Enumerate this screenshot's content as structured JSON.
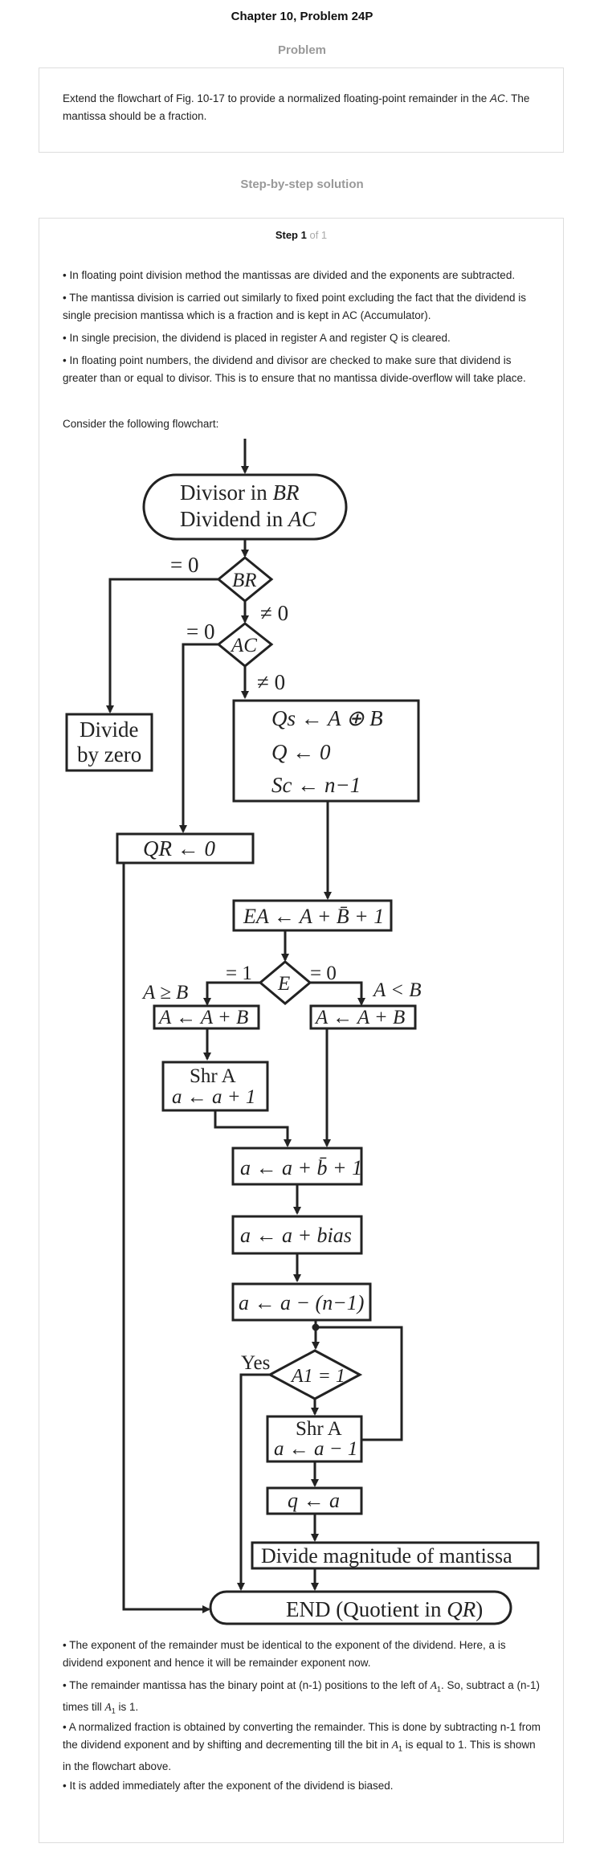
{
  "page": {
    "title": "Chapter 10, Problem 24P",
    "problem_heading": "Problem",
    "solution_heading": "Step-by-step solution"
  },
  "problem": {
    "text_before": "Extend the flowchart of Fig. 10-17 to provide a normalized floating-point remainder in the ",
    "text_em": "AC",
    "text_after": ". The mantissa should be a fraction."
  },
  "step": {
    "label": "Step 1",
    "of": "of 1"
  },
  "paragraphs_top": [
    "• In floating point division method the mantissas are divided and the exponents are subtracted.",
    "• The mantissa division is carried out similarly to fixed point excluding the fact that the dividend is single precision mantissa which is a fraction and is kept in AC (Accumulator).",
    "• In single precision, the dividend is placed in register A and register Q is cleared.",
    "• In floating point numbers, the dividend and divisor are checked to make sure that dividend is greater than or equal to divisor. This is to ensure that no mantissa divide-overflow will take place.",
    "Consider the following flowchart:"
  ],
  "flowchart": {
    "start_line1_pre": "Divisor in ",
    "start_line1_var": "BR",
    "start_line2_pre": "Dividend in ",
    "start_line2_var": "AC",
    "dec_br": "BR",
    "dec_ac": "AC",
    "eq0": "= 0",
    "ne0": "≠ 0",
    "divide_by_zero_1": "Divide",
    "divide_by_zero_2": "by zero",
    "qr_clear": "QR ← 0",
    "init_1": "Qs ← A ⊕ B",
    "init_2": "Q ← 0",
    "init_3": "Sc ← n−1",
    "sub": "EA ← A + B̄ + 1",
    "dec_e": "E",
    "e1": "= 1",
    "e0": "= 0",
    "a_ge_b": "A ≥ B",
    "a_lt_b": "A < B",
    "add_left": "A ← A + B",
    "add_right": "A ← A + B",
    "shr_1": "Shr A",
    "shr_2": "a ← a + 1",
    "exp_sub": "a ← a + b̄ + 1",
    "bias": "a ← a + bias",
    "exp_n1": "a ← a − (n−1)",
    "dec_a1": "A1 = 1",
    "yes": "Yes",
    "shr2_1": "Shr A",
    "shr2_2": "a ← a − 1",
    "q_assign": "q ← a",
    "divide_mag": "Divide magnitude of mantissa",
    "end_pre": "END (Quotient in ",
    "end_var": "QR",
    "end_post": ")"
  },
  "paragraphs_bottom": [
    "• The exponent of the remainder must be identical to the exponent of the dividend. Here, a is dividend exponent and hence it will be remainder exponent now.",
    "• The remainder mantissa has the binary point at (n-1) positions to the left of A1. So, subtract a (n-1) times till A1 is 1.",
    "• A normalized fraction is obtained by converting the remainder. This is done by subtracting n-1 from the dividend exponent and by shifting and decrementing till the bit in A1 is equal to 1. This is shown in the flowchart above.",
    "• It is added immediately after the exponent of the dividend is biased."
  ]
}
